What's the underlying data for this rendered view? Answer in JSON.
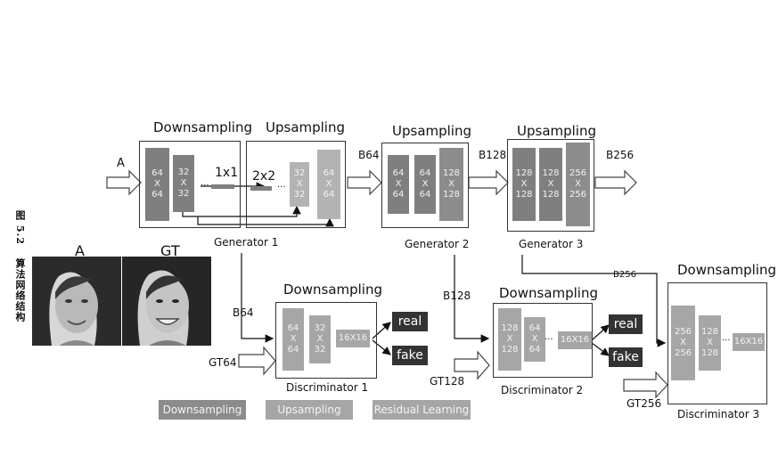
{
  "side_caption": [
    "图 5.2",
    "算法网络结构"
  ],
  "photos": {
    "left_label": "A",
    "right_label": "GT"
  },
  "generator1": {
    "title_down": "Downsampling",
    "title_up": "Upsampling",
    "input": "A",
    "caption": "Generator 1",
    "blocks": [
      {
        "lines": [
          "64",
          "X",
          "64"
        ]
      },
      {
        "lines": [
          "32",
          "X",
          "32"
        ]
      },
      {
        "lines": [
          "32",
          "X",
          "32"
        ]
      },
      {
        "lines": [
          "64",
          "X",
          "64"
        ]
      }
    ],
    "mid_left": "1x1",
    "mid_right": "2x2",
    "dots": "···",
    "output": "B64"
  },
  "generator2": {
    "title": "Upsampling",
    "caption": "Generator 2",
    "blocks": [
      {
        "lines": [
          "64",
          "X",
          "64"
        ]
      },
      {
        "lines": [
          "64",
          "X",
          "64"
        ]
      },
      {
        "lines": [
          "128",
          "X",
          "128"
        ]
      }
    ],
    "output": "B128"
  },
  "generator3": {
    "title": "Upsampling",
    "caption": "Generator 3",
    "blocks": [
      {
        "lines": [
          "128",
          "X",
          "128"
        ]
      },
      {
        "lines": [
          "128",
          "X",
          "128"
        ]
      },
      {
        "lines": [
          "256",
          "X",
          "256"
        ]
      }
    ],
    "output": "B256"
  },
  "discriminator1": {
    "title": "Downsampling",
    "caption": "Discriminator 1",
    "input_b": "B64",
    "input_gt": "GT64",
    "blocks": [
      {
        "lines": [
          "64",
          "X",
          "64"
        ]
      },
      {
        "lines": [
          "32",
          "X",
          "32"
        ]
      },
      {
        "lines": [
          "16X16"
        ]
      }
    ],
    "real": "real",
    "fake": "fake"
  },
  "discriminator2": {
    "title": "Downsampling",
    "caption": "Discriminator 2",
    "input_b": "B128",
    "input_gt": "GT128",
    "blocks": [
      {
        "lines": [
          "128",
          "X",
          "128"
        ]
      },
      {
        "lines": [
          "64",
          "X",
          "64"
        ]
      },
      {
        "lines": [
          "16X16"
        ]
      }
    ],
    "dots": "···",
    "real": "real",
    "fake": "fake"
  },
  "discriminator3": {
    "title": "Downsampling",
    "caption": "Discriminator 3",
    "input_b": "B256",
    "input_gt": "GT256",
    "blocks": [
      {
        "lines": [
          "256",
          "X",
          "256"
        ]
      },
      {
        "lines": [
          "128",
          "X",
          "128"
        ]
      },
      {
        "lines": [
          "16X16"
        ]
      }
    ],
    "dots": "···"
  },
  "legend": [
    "Downsampling",
    "Upsampling",
    "Residual Learning"
  ]
}
